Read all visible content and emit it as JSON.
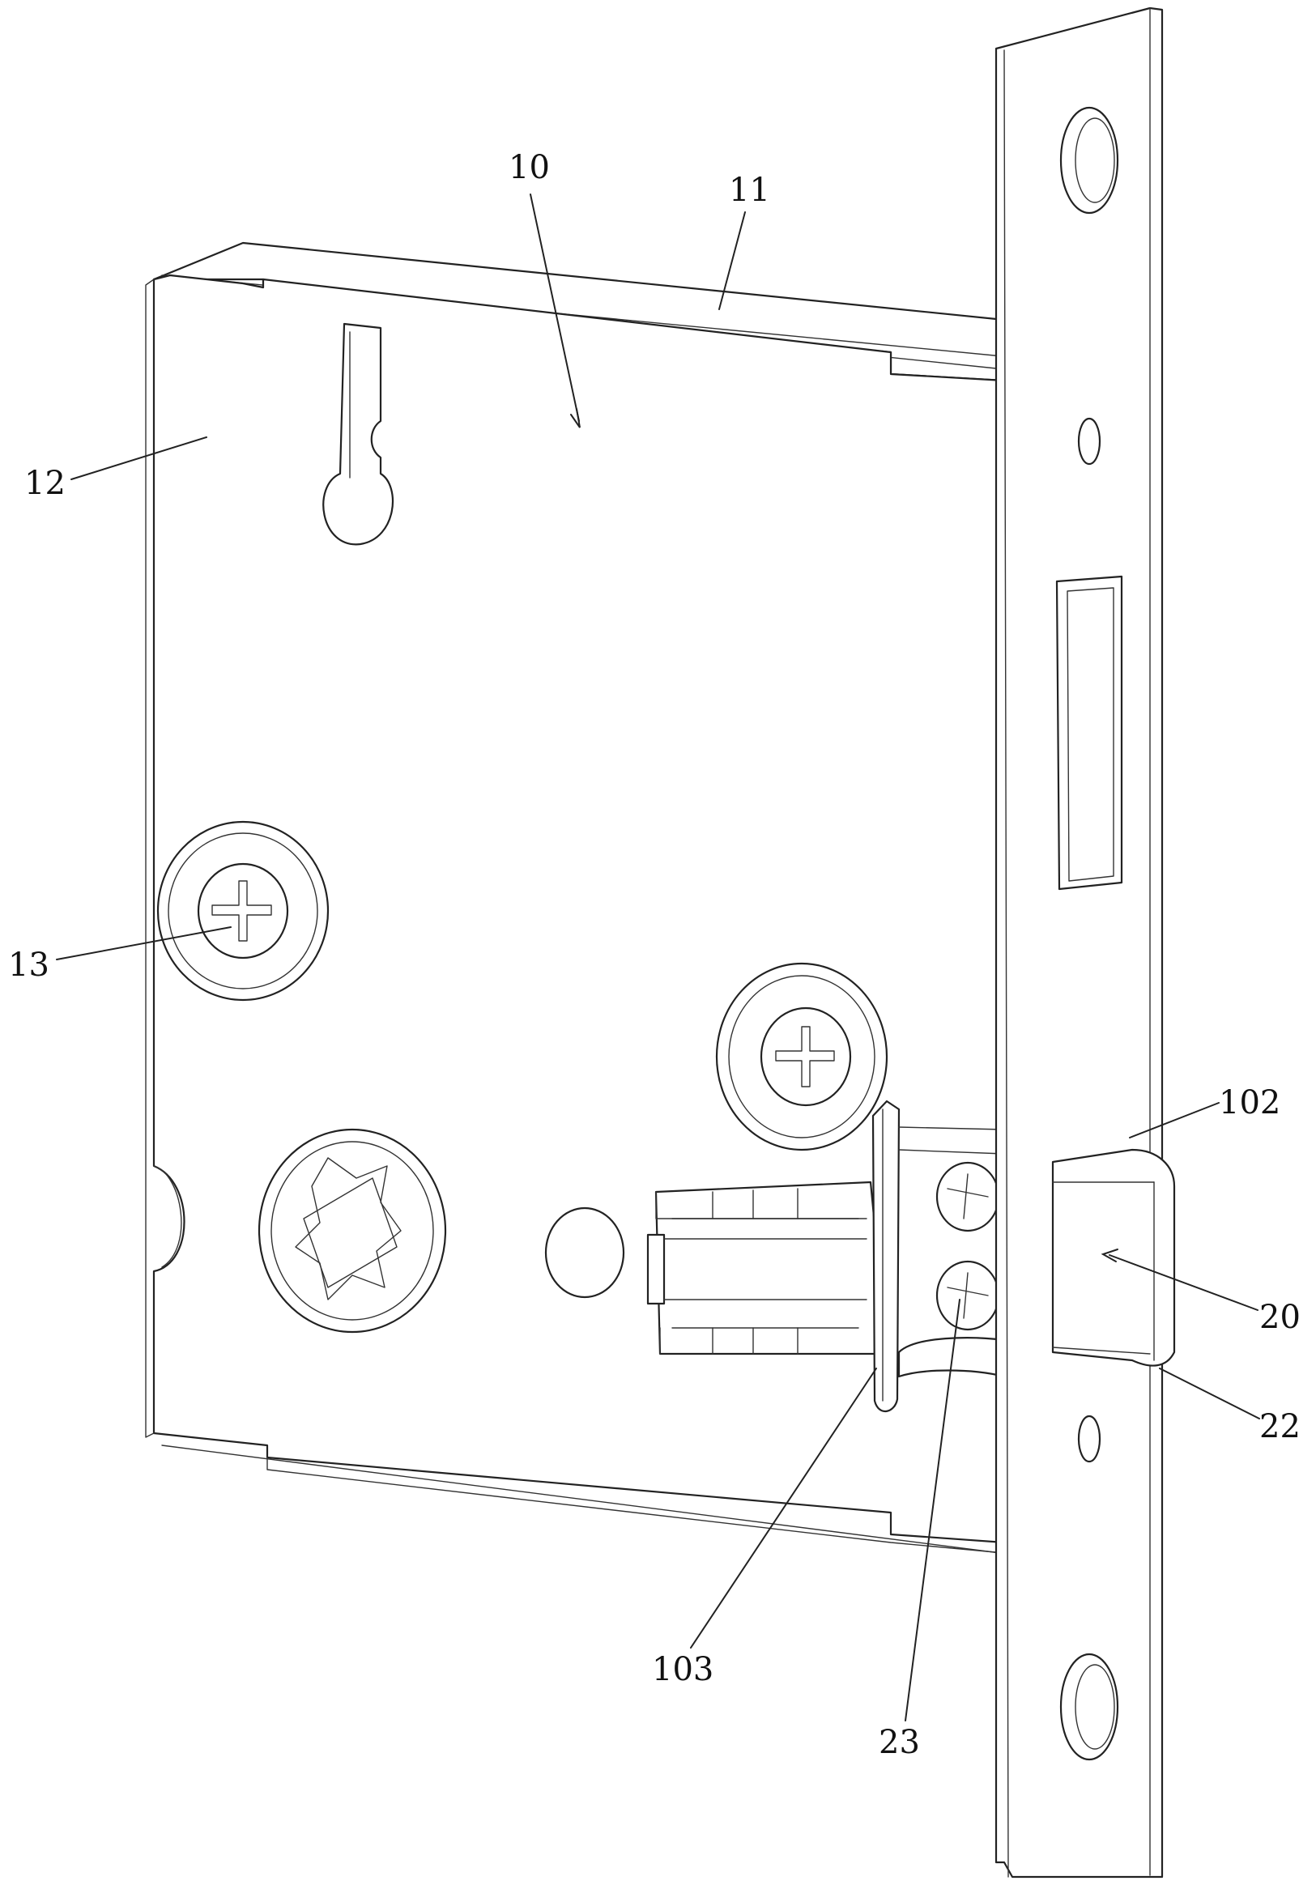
{
  "figure": {
    "reference_labels": [
      {
        "id": "10",
        "text": "10"
      },
      {
        "id": "11",
        "text": "11"
      },
      {
        "id": "12",
        "text": "12"
      },
      {
        "id": "13",
        "text": "13"
      },
      {
        "id": "102",
        "text": "102"
      },
      {
        "id": "20",
        "text": "20"
      },
      {
        "id": "22",
        "text": "22"
      },
      {
        "id": "103",
        "text": "103"
      },
      {
        "id": "23",
        "text": "23"
      }
    ]
  },
  "colors": {
    "line": "#222222",
    "background": "#ffffff"
  }
}
